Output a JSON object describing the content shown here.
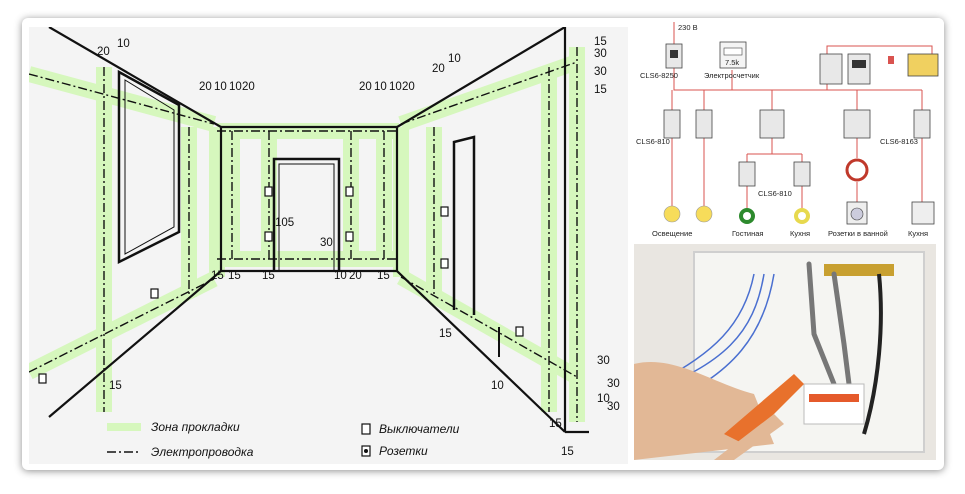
{
  "dimensions": {
    "top_left_a": "10",
    "top_left_b": "20",
    "mid_group": [
      "20",
      "10",
      "10",
      "20"
    ],
    "mid_group_right": [
      "20",
      "10",
      "10",
      "20"
    ],
    "top_right_a": "20",
    "top_right_b": "10",
    "right_top_1": "15",
    "right_top_2": "30",
    "right_top_3": "30",
    "right_top_4": "15",
    "height_105": "105",
    "door_30": "30",
    "floor_left": [
      "15",
      "15"
    ],
    "floor_mid": "15",
    "floor_right": [
      "10",
      "20"
    ],
    "floor_right2": "15",
    "wall_right_15": "15",
    "left_bottom_15": "15",
    "right_bottom_10": "10",
    "right_bottom_stack": [
      "30",
      "30",
      "10",
      "30",
      "15",
      "15"
    ]
  },
  "legend": {
    "zone": "Зона прокладки",
    "wiring": "Электропроводка",
    "switches": "Выключатели",
    "sockets": "Розетки"
  },
  "schema": {
    "voltage": "230 В",
    "main_breaker": "CLS6-8250",
    "meter": "Электросчетчик",
    "meter_reading": "7.5k",
    "breaker_left": "CLS6-810",
    "breaker_mid": "CLS6-810",
    "breaker_right": "CLS6-8163",
    "loads": [
      "Освещение",
      "Гостиная",
      "Кухня",
      "Розетки в ванной",
      "Кухня"
    ]
  },
  "colors": {
    "zone_green": "#d4f7b8",
    "wire_red": "#d9534f",
    "background_panel": "#f4f4f4"
  }
}
